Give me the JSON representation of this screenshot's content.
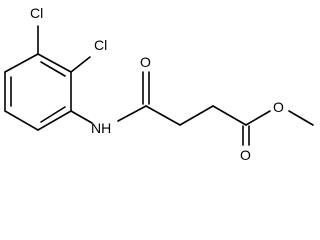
{
  "molecule": {
    "atoms": {
      "cl_top": "Cl",
      "cl_right": "Cl",
      "nh": "NH",
      "o_amide": "O",
      "o_ester_double": "O",
      "o_ester_single": "O"
    },
    "colors": {
      "bond": "#000000",
      "label": "#000000",
      "background": "#ffffff"
    }
  }
}
